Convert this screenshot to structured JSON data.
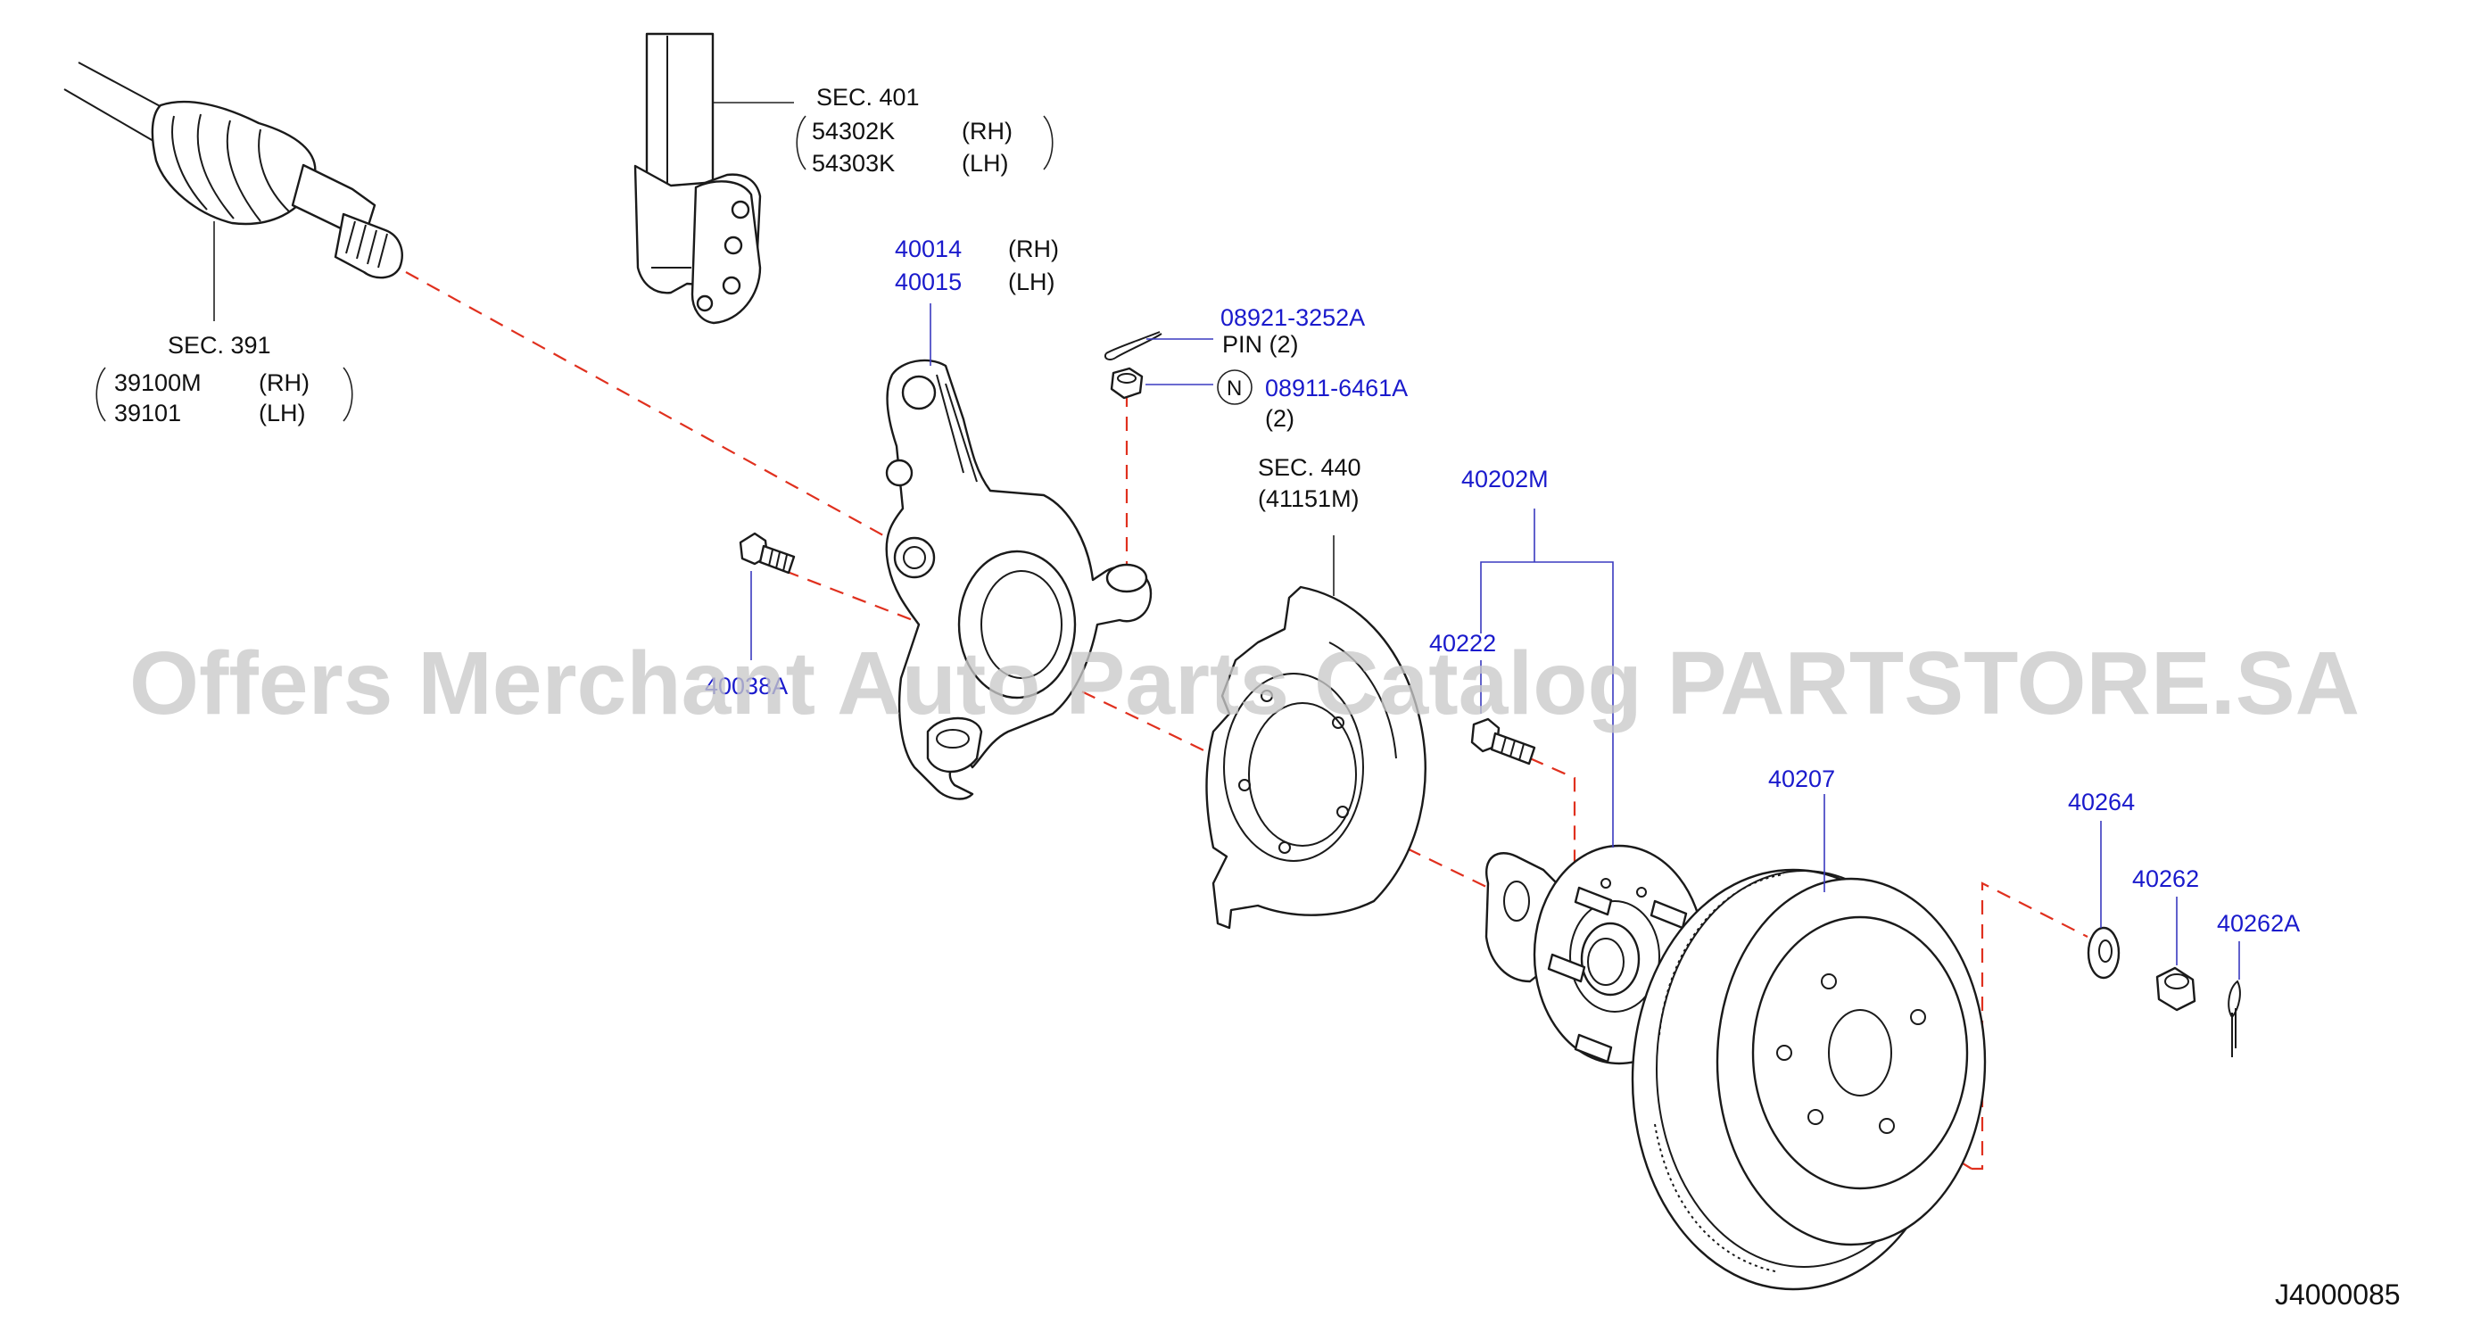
{
  "diagram": {
    "labels": {
      "sec401": "SEC.  401",
      "k54302": "54302K",
      "k54302_side": "(RH)",
      "k54303": "54303K",
      "k54303_side": "(LH)",
      "sec391": "SEC.  391",
      "m39100": "39100M",
      "m39100_side": "(RH)",
      "p39101": "39101",
      "p39101_side": "(LH)",
      "p40014": "40014",
      "p40014_side": "(RH)",
      "p40015": "40015",
      "p40015_side": "(LH)",
      "p08921": "08921-3252A",
      "pin": "PIN   (2)",
      "n_mark": "N",
      "p08911": "08911-6461A",
      "p08911_qty": "(2)",
      "sec440": "SEC.   440",
      "m41151": "(41151M)",
      "m40202": "40202M",
      "p40222": "40222",
      "p40038": "40038A",
      "p40207": "40207",
      "p40264": "40264",
      "p40262": "40262",
      "p40262a": "40262A"
    },
    "watermark": "Offers Merchant Auto Parts Catalog PARTSTORE.SA",
    "figure_code": "J4000085",
    "colors": {
      "part_number_blue": "#1a1acc",
      "dashed_line_red": "#e0301e",
      "watermark_gray": "#c9c9c9"
    }
  }
}
